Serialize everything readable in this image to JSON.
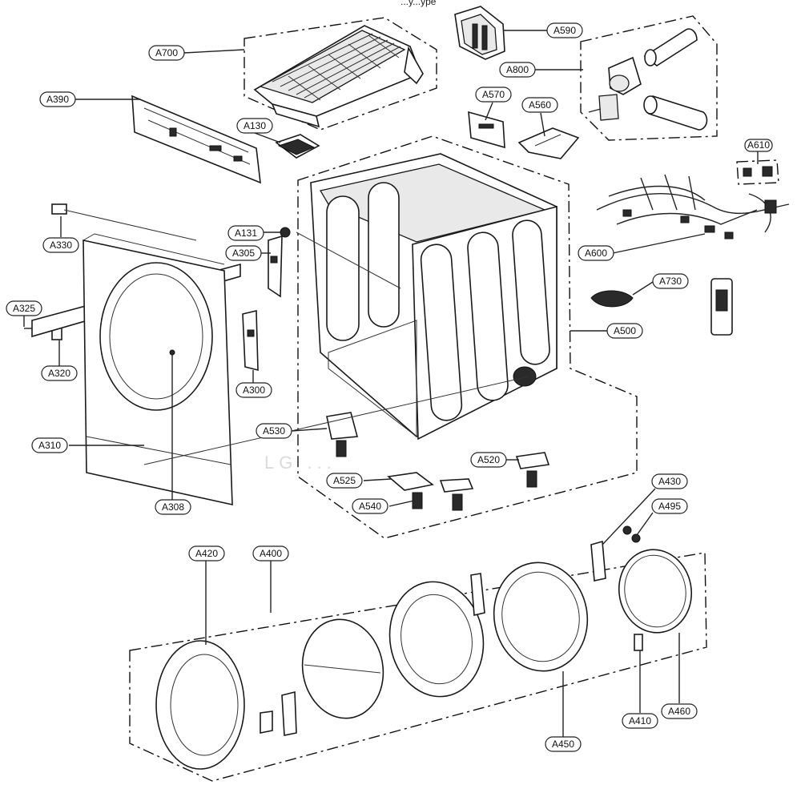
{
  "diagram": {
    "header_fragment": "...y...ype",
    "watermark": "LG ...",
    "labels": {
      "A700": "A700",
      "A590": "A590",
      "A800": "A800",
      "A390": "A390",
      "A570": "A570",
      "A560": "A560",
      "A130": "A130",
      "A610": "A610",
      "A330": "A330",
      "A131": "A131",
      "A305": "A305",
      "A600": "A600",
      "A730": "A730",
      "A325": "A325",
      "A500": "A500",
      "A320": "A320",
      "A300": "A300",
      "A530": "A530",
      "A310": "A310",
      "A520": "A520",
      "A525": "A525",
      "A540": "A540",
      "A308": "A308",
      "A430": "A430",
      "A495": "A495",
      "A420": "A420",
      "A400": "A400",
      "A410": "A410",
      "A460": "A460",
      "A450": "A450"
    }
  }
}
